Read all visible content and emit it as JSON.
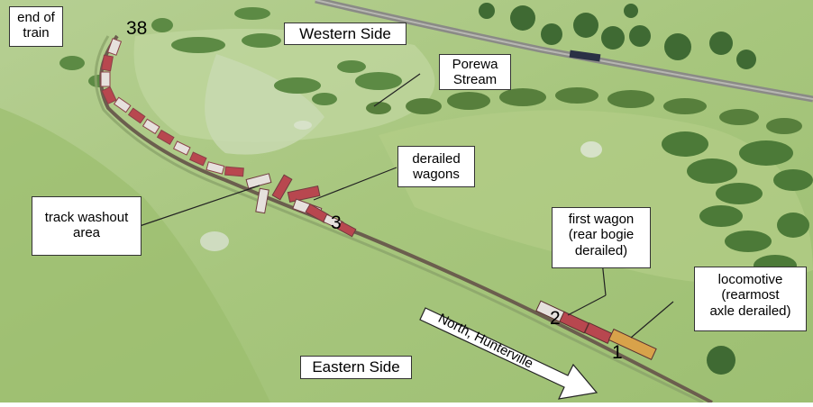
{
  "photo": {
    "labels": {
      "end_of_train": "end of\ntrain",
      "western_side": "Western Side",
      "porewa_stream": "Porewa\nStream",
      "derailed_wagons": "derailed\nwagons",
      "track_washout": "track washout\narea",
      "first_wagon": "first wagon\n(rear bogie\nderailed)",
      "locomotive": "locomotive\n(rearmost\naxle derailed)",
      "eastern_side": "Eastern Side",
      "direction_arrow": "North, Hunterville"
    },
    "markers": {
      "end_marker": "38",
      "derail_marker": "3",
      "wagon_marker": "2",
      "loco_marker": "1"
    },
    "colors": {
      "grass": "#a9c77f",
      "grass_dark": "#8fb565",
      "trees": "#3f6a33",
      "road": "#8a8a86",
      "rail": "#6b5e4e",
      "wagon_red": "#b8474f",
      "wagon_white": "#e6e1dd",
      "loco": "#d8a24a"
    }
  }
}
